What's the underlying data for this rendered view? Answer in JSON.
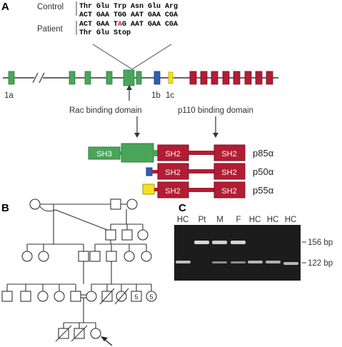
{
  "panels": {
    "a": "A",
    "b": "B",
    "c": "C"
  },
  "sequence": {
    "control_label": "Control",
    "control_aa": "Thr Glu Trp Asn Glu Arg",
    "control_nt": "ACT GAA TGG AAT GAA CGA",
    "patient_label": "Patient",
    "patient_nt_pre": "ACT GAA T",
    "patient_nt_mut": "A",
    "patient_nt_post": "G AAT GAA CGA",
    "patient_aa": "Thr Glu Stop",
    "mutation_color": "#d2232a"
  },
  "gene": {
    "exon_labels": {
      "e1a": "1a",
      "e1b": "1b",
      "e1c": "1c"
    },
    "rac_label": "Rac binding domain",
    "p110_label": "p110 binding domain"
  },
  "isoforms": [
    {
      "name": "p85α",
      "domains": [
        "SH3",
        "SH2",
        "SH2"
      ]
    },
    {
      "name": "p50α",
      "domains": [
        "SH2",
        "SH2"
      ]
    },
    {
      "name": "p55α",
      "domains": [
        "SH2",
        "SH2"
      ]
    }
  ],
  "gel": {
    "lanes": [
      "HC",
      "Pt",
      "M",
      "F",
      "HC",
      "HC",
      "HC"
    ],
    "markers": [
      "156 bp",
      "122 bp"
    ]
  },
  "pedigree": {
    "box_labels": [
      "5",
      "5"
    ]
  },
  "colors": {
    "exon_green": "#4aa55a",
    "exon_blue": "#2e5fb0",
    "exon_yellow": "#f5e020",
    "exon_red": "#b21d33"
  }
}
